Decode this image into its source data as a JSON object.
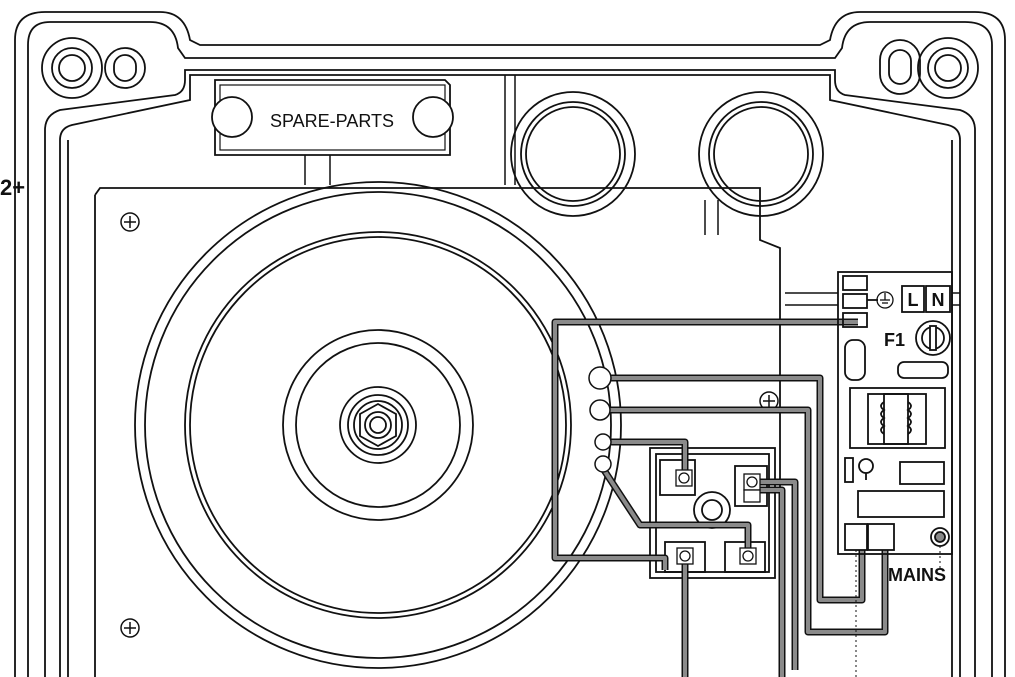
{
  "labels": {
    "edge_partial": "2+",
    "spare_parts": "SPARE-PARTS",
    "live": "L",
    "neutral": "N",
    "fuse": "F1",
    "mains": "MAINS"
  },
  "colors": {
    "line": "#111111",
    "wire": "#8a8a8a",
    "background": "#ffffff"
  }
}
